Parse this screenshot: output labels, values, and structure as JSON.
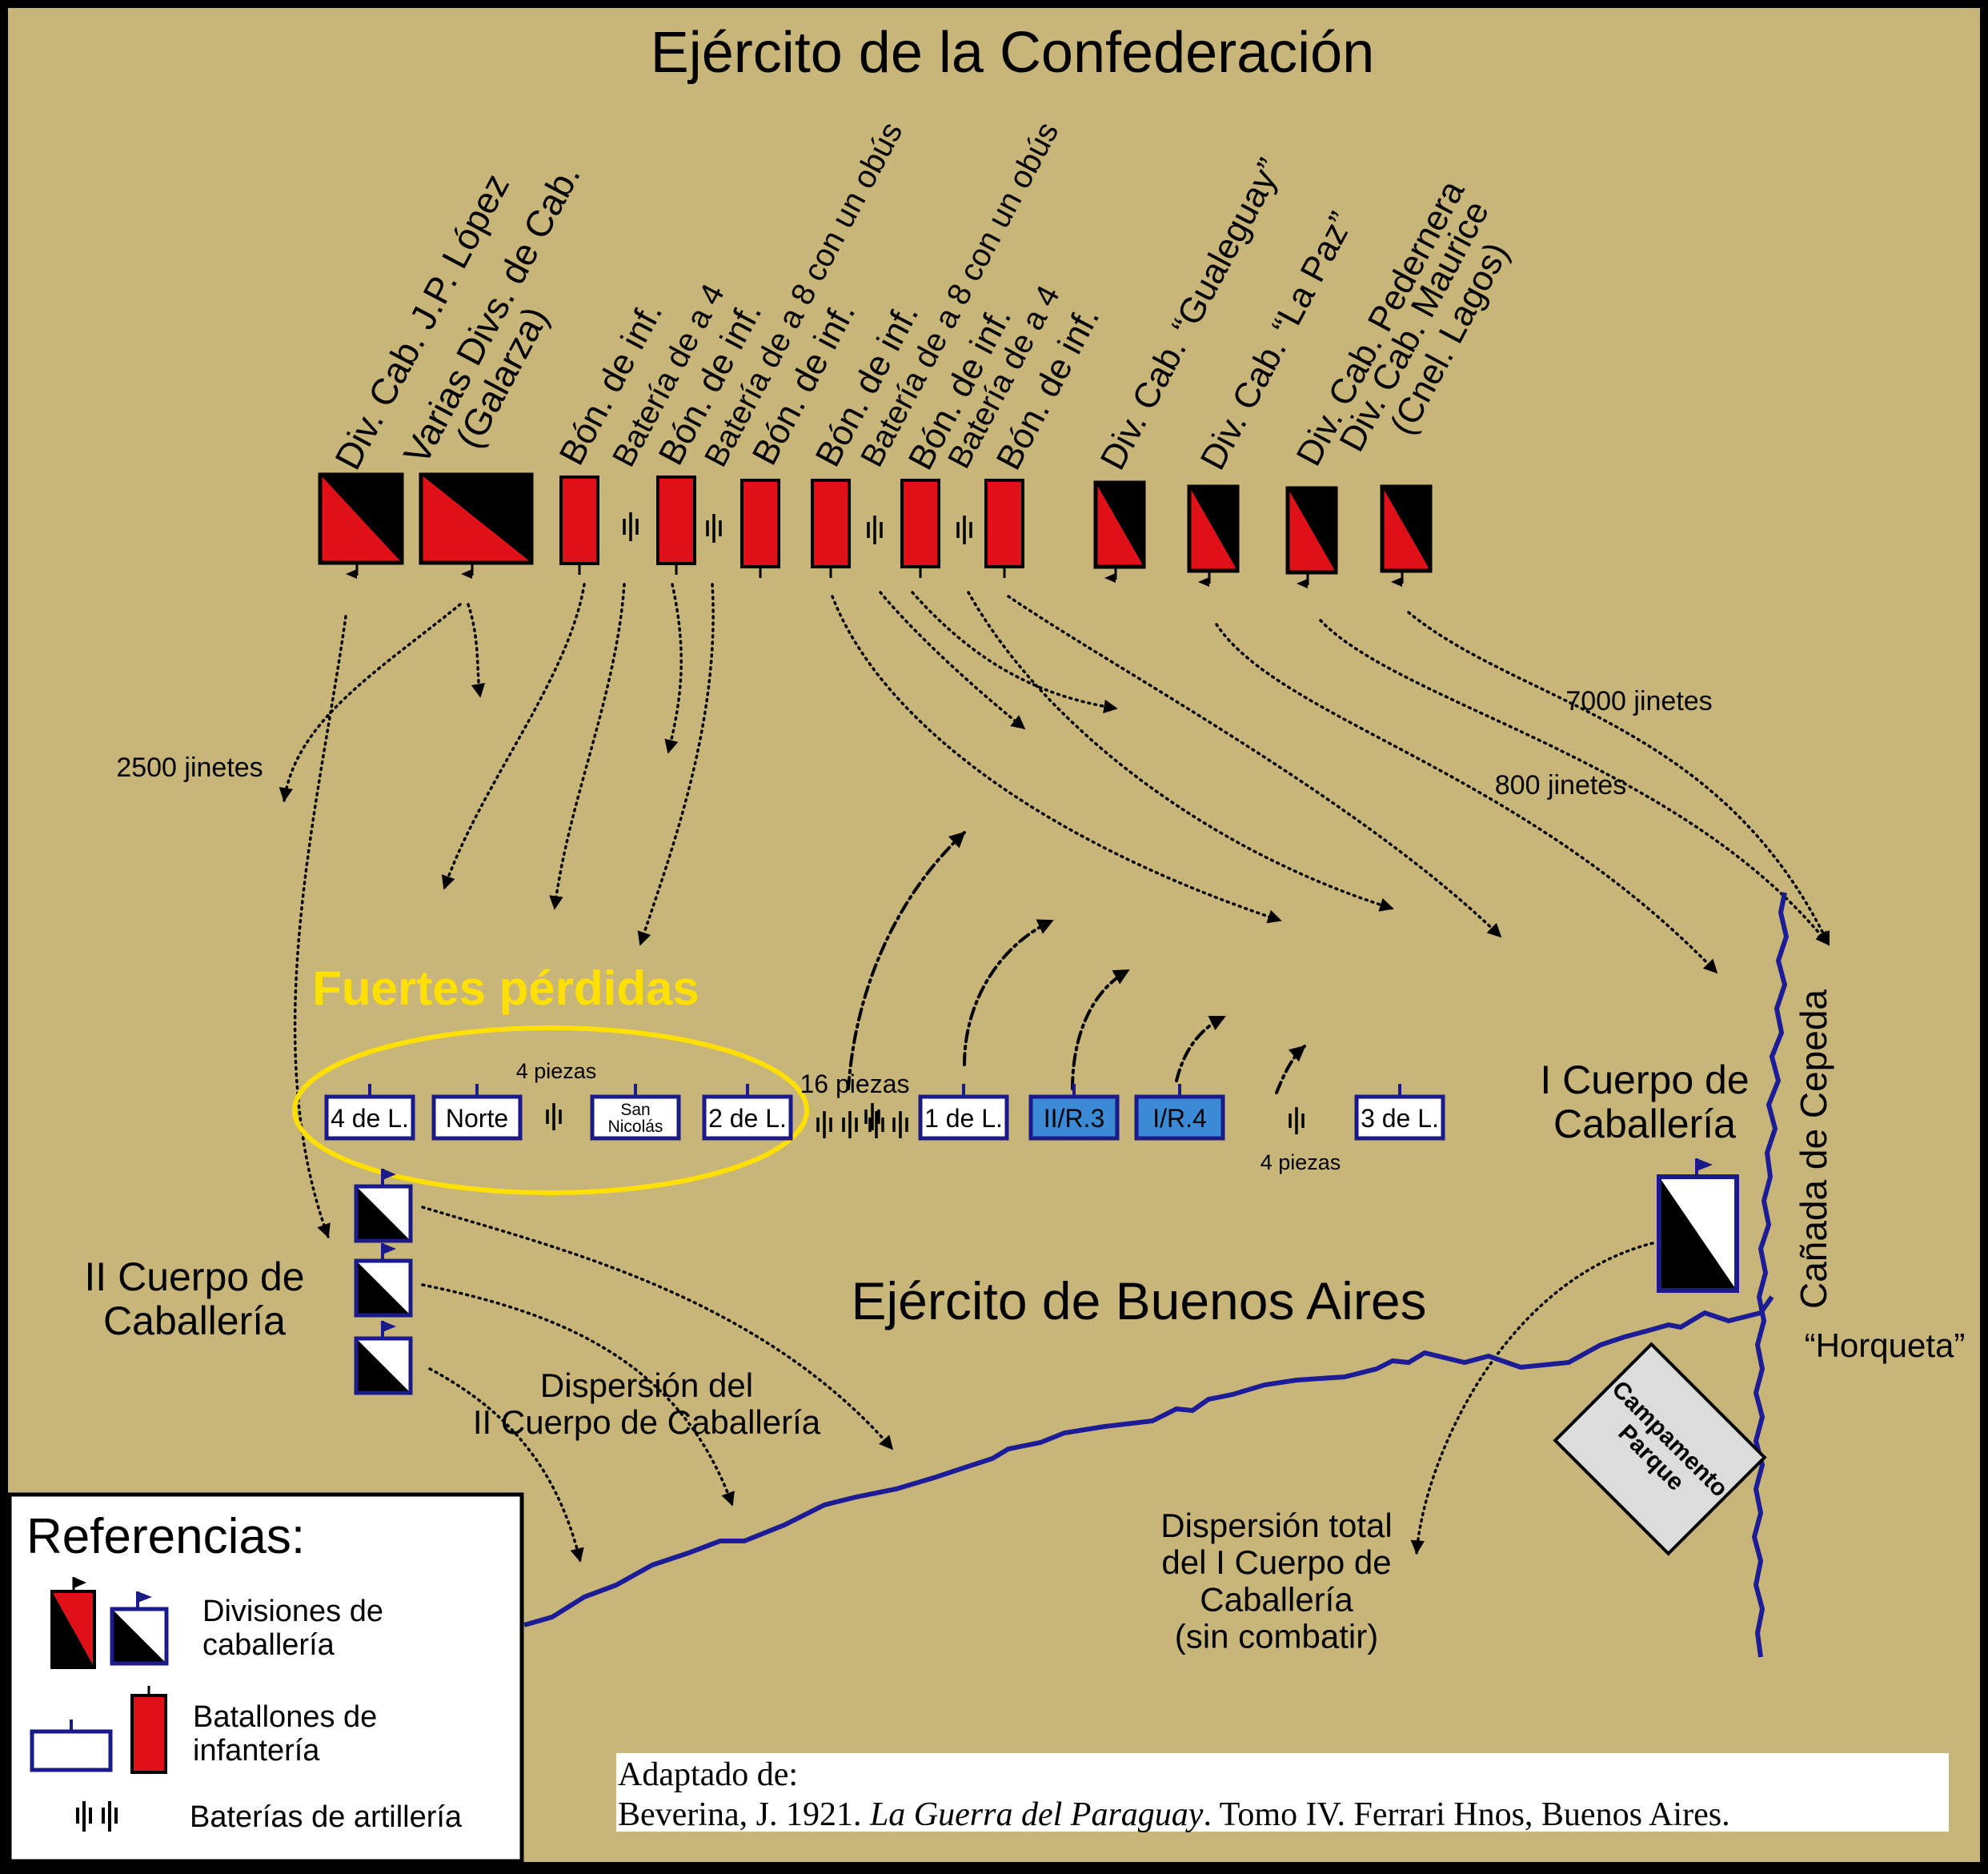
{
  "title": "Ejército de la Confederación",
  "colors": {
    "background": "#c8b57a",
    "confederate_red": "#e01018",
    "buenos_aires_blue": "#1a1a8a",
    "river": "#1c1c96",
    "highlight_yellow": "#ffe000",
    "infantry_fill": "#3a8ad6"
  },
  "confederation": {
    "units": [
      {
        "label": "Div. Cab. J.P. López",
        "kind": "cavalry"
      },
      {
        "label": "Varias Divs. de Cab.\n(Galarza)",
        "kind": "cavalry"
      },
      {
        "label": "Bón. de inf.",
        "kind": "infantry"
      },
      {
        "label": "Batería de a 4",
        "kind": "artillery"
      },
      {
        "label": "Bón. de inf.",
        "kind": "infantry"
      },
      {
        "label": "Batería de a 8 con un obús",
        "kind": "artillery"
      },
      {
        "label": "Bón. de inf.",
        "kind": "infantry"
      },
      {
        "label": "Bón. de inf.",
        "kind": "infantry"
      },
      {
        "label": "Batería de a 8 con un obús",
        "kind": "artillery"
      },
      {
        "label": "Bón. de inf.",
        "kind": "infantry"
      },
      {
        "label": "Batería de a 4",
        "kind": "artillery"
      },
      {
        "label": "Bón. de inf.",
        "kind": "infantry"
      },
      {
        "label": "Div. Cab. “Gualeguay”",
        "kind": "cavalry"
      },
      {
        "label": "Div. Cab. “La Paz”",
        "kind": "cavalry"
      },
      {
        "label": "Div. Cab. Pedernera",
        "kind": "cavalry"
      },
      {
        "label": "Div. Cab. Maurice\n(Cnel. Lagos)",
        "kind": "cavalry"
      }
    ]
  },
  "annotations": {
    "riders_2500": "2500 jinetes",
    "riders_7000": "7000 jinetes",
    "riders_800": "800 jinetes",
    "fuertes_perdidas": "Fuertes pérdidas",
    "four_pieces_1": "4 piezas",
    "sixteen_pieces": "16 piezas",
    "four_pieces_2": "4 piezas",
    "ejercito_ba": "Ejército de Buenos Aires",
    "cuerpo_ii": "II Cuerpo de\nCaballería",
    "cuerpo_i": "I Cuerpo de\nCaballería",
    "dispersion_ii": "Dispersión del\nII Cuerpo de Caballería",
    "dispersion_total": "Dispersión total\ndel I Cuerpo de\nCaballería\n(sin combatir)",
    "canada": "Cañada de Cepeda",
    "horqueta": "“Horqueta”",
    "campamento": "Campamento\nParque"
  },
  "buenos_aires_units": [
    {
      "label": "4 de L.",
      "style": "white"
    },
    {
      "label": "Norte",
      "style": "white"
    },
    {
      "label": "San\nNicolás",
      "style": "white"
    },
    {
      "label": "2 de L.",
      "style": "white"
    },
    {
      "label": "1 de L.",
      "style": "white"
    },
    {
      "label": "II/R.3",
      "style": "blue"
    },
    {
      "label": "I/R.4",
      "style": "blue"
    },
    {
      "label": "3 de L.",
      "style": "white"
    }
  ],
  "legend": {
    "title": "Referencias:",
    "cavalry": "Divisiones de\ncaballería",
    "infantry": "Batallones de\ninfantería",
    "artillery": "Baterías de artillería"
  },
  "source": {
    "line1": "Adaptado de:",
    "line2_prefix": "Beverina, J. 1921. ",
    "line2_title": "La Guerra del Paraguay",
    "line2_suffix": ". Tomo IV. Ferrari Hnos, Buenos Aires."
  }
}
